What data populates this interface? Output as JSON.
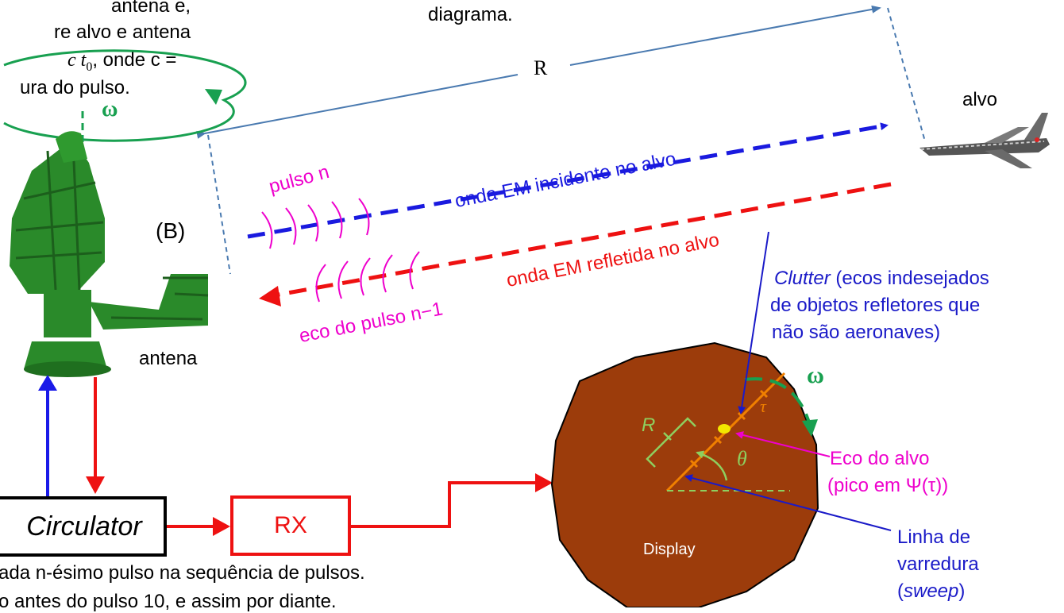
{
  "texts": {
    "top_left_line1": "antena e,",
    "top_left_line2": "re alvo e antena",
    "top_left_line3a": "c t",
    "top_left_line3b": "0",
    "top_left_line3c": ",  onde  c =",
    "top_left_line4": "ura do pulso.",
    "top_center": "diagrama.",
    "range_label": "R",
    "omega_antenna": "ω",
    "target_label": "alvo",
    "label_B": "(B)",
    "antenna_label": "antena",
    "pulse_n": "pulso n",
    "incident_wave": "onda EM incidente no alvo",
    "reflected_wave": "onda EM refletida no alvo",
    "echo_prev": "eco do pulso n−1",
    "clutter_italic": "Clutter",
    "clutter_rest": " (ecos indesejados",
    "clutter_line2": "de objetos refletores  que",
    "clutter_line3": "não são aeronaves)",
    "omega_display": "ω",
    "tau_label": "τ",
    "display_R": "R",
    "theta_label": "θ",
    "echo_target_line1": "Eco do alvo",
    "echo_target_line2": "(pico em Ψ(τ))",
    "display_label": "Display",
    "sweep_line1": "Linha de",
    "sweep_line2": "varredura",
    "sweep_line3_open": "(",
    "sweep_line3_italic": "sweep",
    "sweep_line3_close": ")",
    "circulator": "Circulator",
    "rx": "RX",
    "bottom_line1": "ada n-ésimo pulso na sequência de pulsos.",
    "bottom_line2": "o antes do pulso 10, e assim por diante."
  },
  "colors": {
    "blue_wave": "#1a1adf",
    "red_wave": "#ee1111",
    "magenta": "#ee00cc",
    "green": "#18a050",
    "steel_blue": "#4a7ab0",
    "navy": "#1a1ac8",
    "display_fill": "#9c3c0b",
    "sweep_orange": "#f08000",
    "display_green": "#8ecf5f"
  }
}
